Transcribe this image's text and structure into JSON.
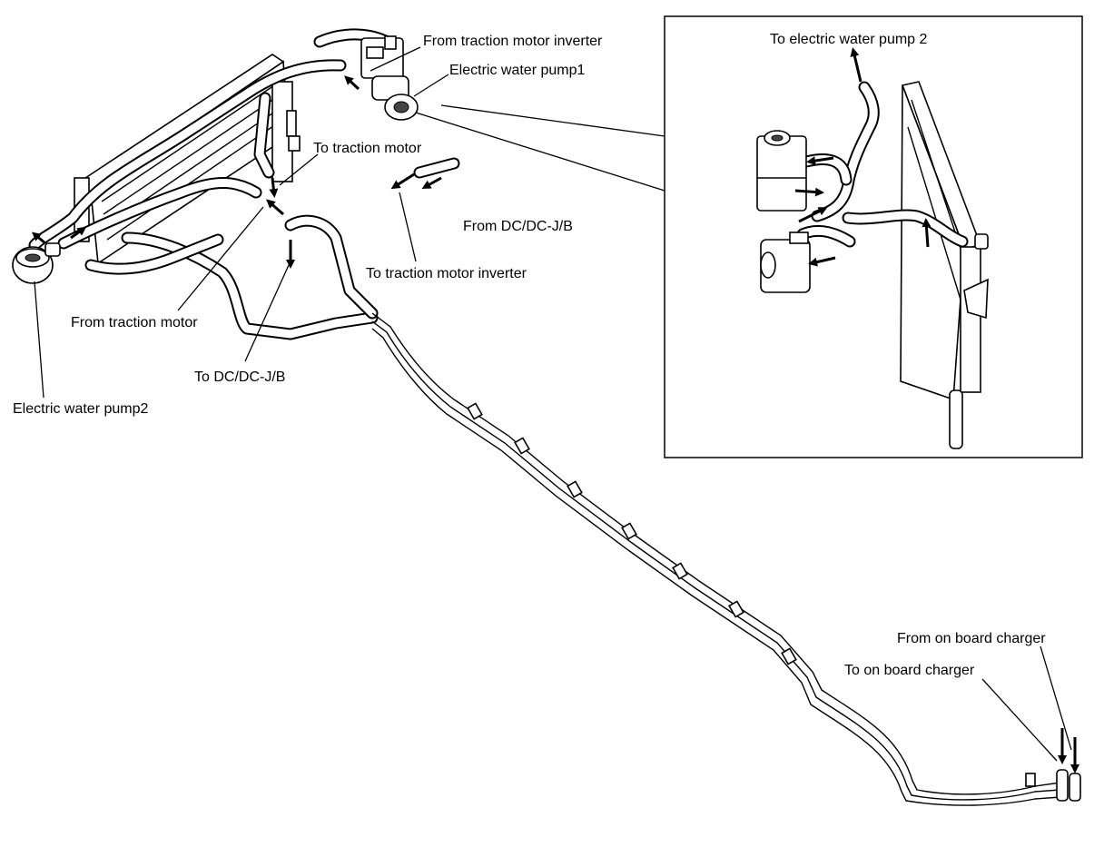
{
  "labels": {
    "from_traction_motor_inverter": "From traction motor inverter",
    "electric_water_pump1": "Electric water pump1",
    "to_traction_motor": "To traction motor",
    "from_dcdc_jb": "From DC/DC-J/B",
    "to_traction_motor_inverter": "To traction motor inverter",
    "from_traction_motor": "From traction motor",
    "to_dcdc_jb": "To DC/DC-J/B",
    "electric_water_pump2": "Electric water pump2",
    "to_electric_water_pump2": "To electric water pump 2",
    "from_on_board_charger": "From on board charger",
    "to_on_board_charger": "To on board charger"
  },
  "icons": {
    "water_pump": "pump-icon",
    "radiator": "radiator-icon",
    "hose": "hose-icon",
    "flow_arrow": "arrow-icon"
  }
}
